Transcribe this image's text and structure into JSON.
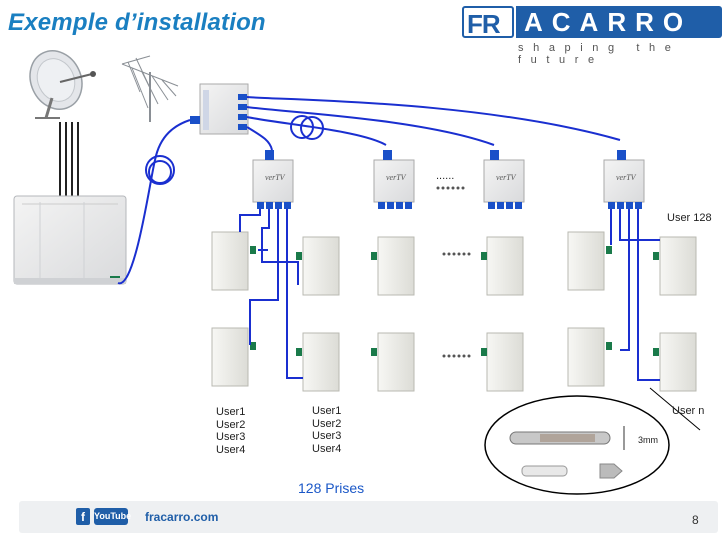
{
  "header": {
    "title": "Exemple d’installation"
  },
  "logo": {
    "left_part": "FR",
    "right_part": "ACARRO",
    "tagline": "shaping the future"
  },
  "diagram": {
    "ellipsis": "......",
    "top_right_label": "User 128",
    "bottom_right_label": "User n",
    "column1_users": [
      "User1",
      "User2",
      "User3",
      "User4"
    ],
    "column2_users": [
      "User1",
      "User2",
      "User3",
      "User4"
    ],
    "total_label": "128 Prises",
    "cable_dimension": "3mm",
    "splitter_brand": "verTV"
  },
  "footer": {
    "twitter_icon": "twitter-bird-icon",
    "facebook_label": "f",
    "youtube_label": "YouTube",
    "website": "fracarro.com",
    "page_number": "8"
  },
  "colors": {
    "brand_blue": "#1f5ea8",
    "title_blue": "#1a7fc1",
    "cable_blue": "#1a2fd0",
    "connector_green": "#1a7a4a"
  }
}
